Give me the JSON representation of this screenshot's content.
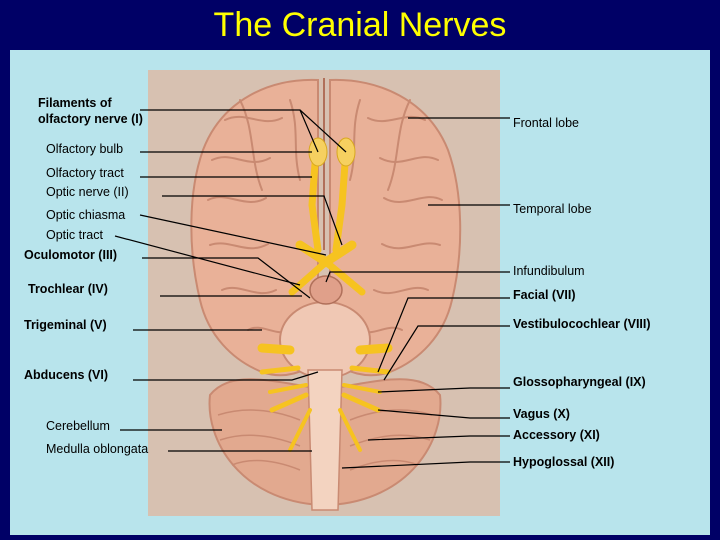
{
  "title": "The Cranial Nerves",
  "labels": {
    "olfactory_nerve_1": "Filaments of",
    "olfactory_nerve_2": "olfactory nerve (I)",
    "olfactory_bulb": "Olfactory bulb",
    "olfactory_tract": "Olfactory tract",
    "optic_nerve": "Optic nerve (II)",
    "optic_chiasma": "Optic chiasma",
    "optic_tract": "Optic tract",
    "oculomotor": "Oculomotor (III)",
    "trochlear": "Trochlear (IV)",
    "trigeminal": "Trigeminal (V)",
    "abducens": "Abducens (VI)",
    "cerebellum": "Cerebellum",
    "medulla": "Medulla oblongata",
    "frontal_lobe": "Frontal lobe",
    "temporal_lobe": "Temporal lobe",
    "infundibulum": "Infundibulum",
    "facial": "Facial (VII)",
    "vestibulocochlear": "Vestibulocochlear (VIII)",
    "glossopharyngeal": "Glossopharyngeal (IX)",
    "vagus": "Vagus (X)",
    "accessory": "Accessory (XI)",
    "hypoglossal": "Hypoglossal (XII)"
  },
  "colors": {
    "background": "#000066",
    "title": "#ffff00",
    "panel": "#b8e4ec",
    "brain": "#e9b198",
    "brain_dark": "#c98a72",
    "nerve": "#f6c320",
    "leader": "#000000"
  }
}
